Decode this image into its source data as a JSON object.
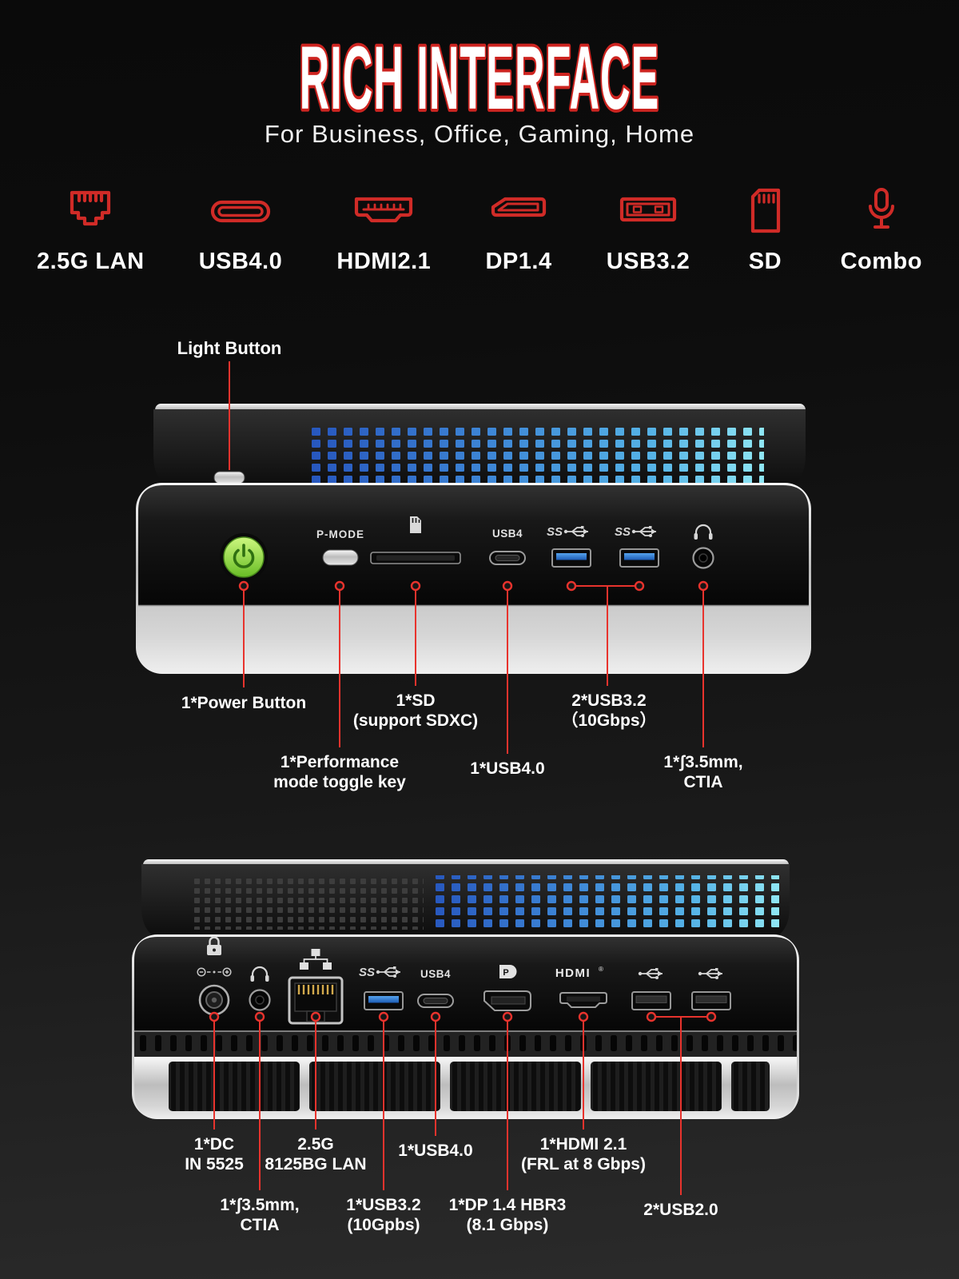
{
  "header": {
    "title": "RICH INTERFACE",
    "subtitle": "For Business, Office, Gaming, Home"
  },
  "accent_colors": {
    "red": "#d02b27",
    "vent_blue": "#3e87d6",
    "vent_cyan": "#8fe6f4",
    "power_green": "#8fd94a",
    "usb_blue": "#3c82d8"
  },
  "interface_icons": [
    {
      "icon": "lan-port-icon",
      "label": "2.5G LAN"
    },
    {
      "icon": "usb-c-port-icon",
      "label": "USB4.0"
    },
    {
      "icon": "hdmi-port-icon",
      "label": "HDMI2.1"
    },
    {
      "icon": "displayport-icon",
      "label": "DP1.4"
    },
    {
      "icon": "usb-a-port-icon",
      "label": "USB3.2"
    },
    {
      "icon": "sd-card-icon",
      "label": "SD"
    },
    {
      "icon": "microphone-icon",
      "label": "Combo"
    }
  ],
  "front_view": {
    "light_button_label": "Light Button",
    "power_mode_key_label": "P-MODE",
    "usb4_port_label": "USB4",
    "superspeed_marking": "SS",
    "callouts": {
      "power": [
        "1*Power Button"
      ],
      "sd": [
        "1*SD",
        "(support SDXC)"
      ],
      "usb32": [
        "2*USB3.2",
        "（10Gbps）"
      ],
      "pmode": [
        "1*Performance",
        "mode toggle key"
      ],
      "usb4": [
        "1*USB4.0"
      ],
      "audio": [
        "1*ʃ3.5mm,",
        "CTIA"
      ]
    }
  },
  "rear_view": {
    "usb4_port_label": "USB4",
    "hdmi_marking": "HDMI",
    "hdmi_reg_symbol": "®",
    "superspeed_marking": "SS",
    "dp_logo_letter": "P",
    "callouts": {
      "dc": [
        "1*DC",
        "IN 5525"
      ],
      "lan": [
        "2.5G",
        "8125BG LAN"
      ],
      "usb4": [
        "1*USB4.0"
      ],
      "hdmi": [
        "1*HDMI 2.1",
        "(FRL at 8 Gbps)"
      ],
      "audio": [
        "1*ʃ3.5mm,",
        "CTIA"
      ],
      "usb32": [
        "1*USB3.2",
        "(10Gpbs)"
      ],
      "dp": [
        "1*DP 1.4 HBR3",
        "(8.1 Gbps)"
      ],
      "usb20": [
        "2*USB2.0"
      ]
    }
  }
}
